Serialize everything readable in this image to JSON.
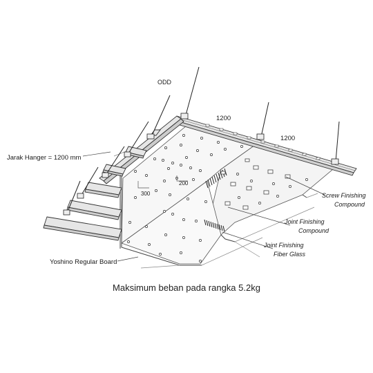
{
  "labels": {
    "hanger_spacing": "Jarak Hanger = 1200 mm",
    "dim_top_1": "1200",
    "dim_top_2": "1200",
    "dim_300": "300",
    "dim_200": "200",
    "screw_finishing_1": "Screw Finishing",
    "screw_finishing_2": "Compound",
    "joint_compound_1": "Joint Finishing",
    "joint_compound_2": "Compound",
    "joint_fiber_1": "Joint Finishing",
    "joint_fiber_2": "Fiber Glass",
    "board": "Yoshino Regular Board",
    "ghost_text": "ODD"
  },
  "caption": "Maksimum beban pada rangka 5.2kg",
  "colors": {
    "line": "#333333",
    "light_line": "#888888",
    "rail_fill": "#e6e6e6",
    "board_fill": "#f7f7f7",
    "tape": "#222222"
  }
}
